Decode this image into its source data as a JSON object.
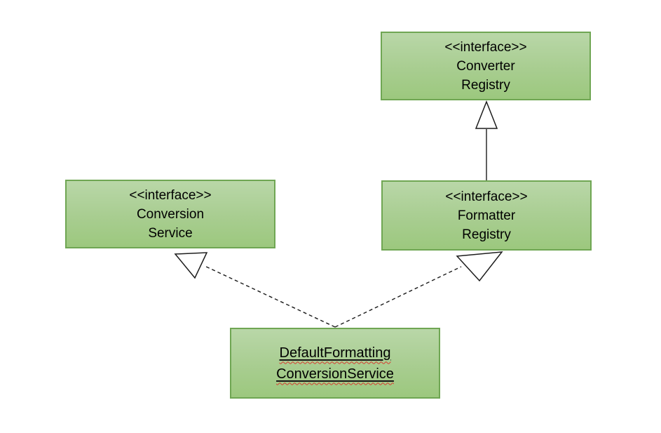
{
  "diagram": {
    "type": "uml-class-diagram",
    "background_color": "#ffffff",
    "node_style": {
      "fill_gradient_top": "#b9d7a8",
      "fill_gradient_bottom": "#9cc87e",
      "border_color": "#6fa653",
      "text_color": "#000000"
    },
    "connector_color": "#1c1c1c",
    "spellcheck_underline_color": "#d83a2e",
    "nodes": [
      {
        "id": "converter-registry",
        "lines": [
          "<<interface>>",
          "Converter",
          "Registry"
        ]
      },
      {
        "id": "conversion-service",
        "lines": [
          "<<interface>>",
          "Conversion",
          "Service"
        ]
      },
      {
        "id": "formatter-registry",
        "lines": [
          "<<interface>>",
          "Formatter",
          "Registry"
        ]
      },
      {
        "id": "default-formatting-conversion-service",
        "lines": [
          "DefaultFormatting",
          "ConversionService"
        ],
        "underlined": true,
        "spellcheck_squiggle": true
      }
    ],
    "edges": [
      {
        "type": "generalization",
        "from": "FormatterRegistry",
        "to": "ConverterRegistry",
        "line_style": "solid"
      },
      {
        "type": "realization",
        "from": "DefaultFormattingConversionService",
        "to": "ConversionService",
        "line_style": "dashed"
      },
      {
        "type": "realization",
        "from": "DefaultFormattingConversionService",
        "to": "FormatterRegistry",
        "line_style": "dashed"
      }
    ]
  }
}
